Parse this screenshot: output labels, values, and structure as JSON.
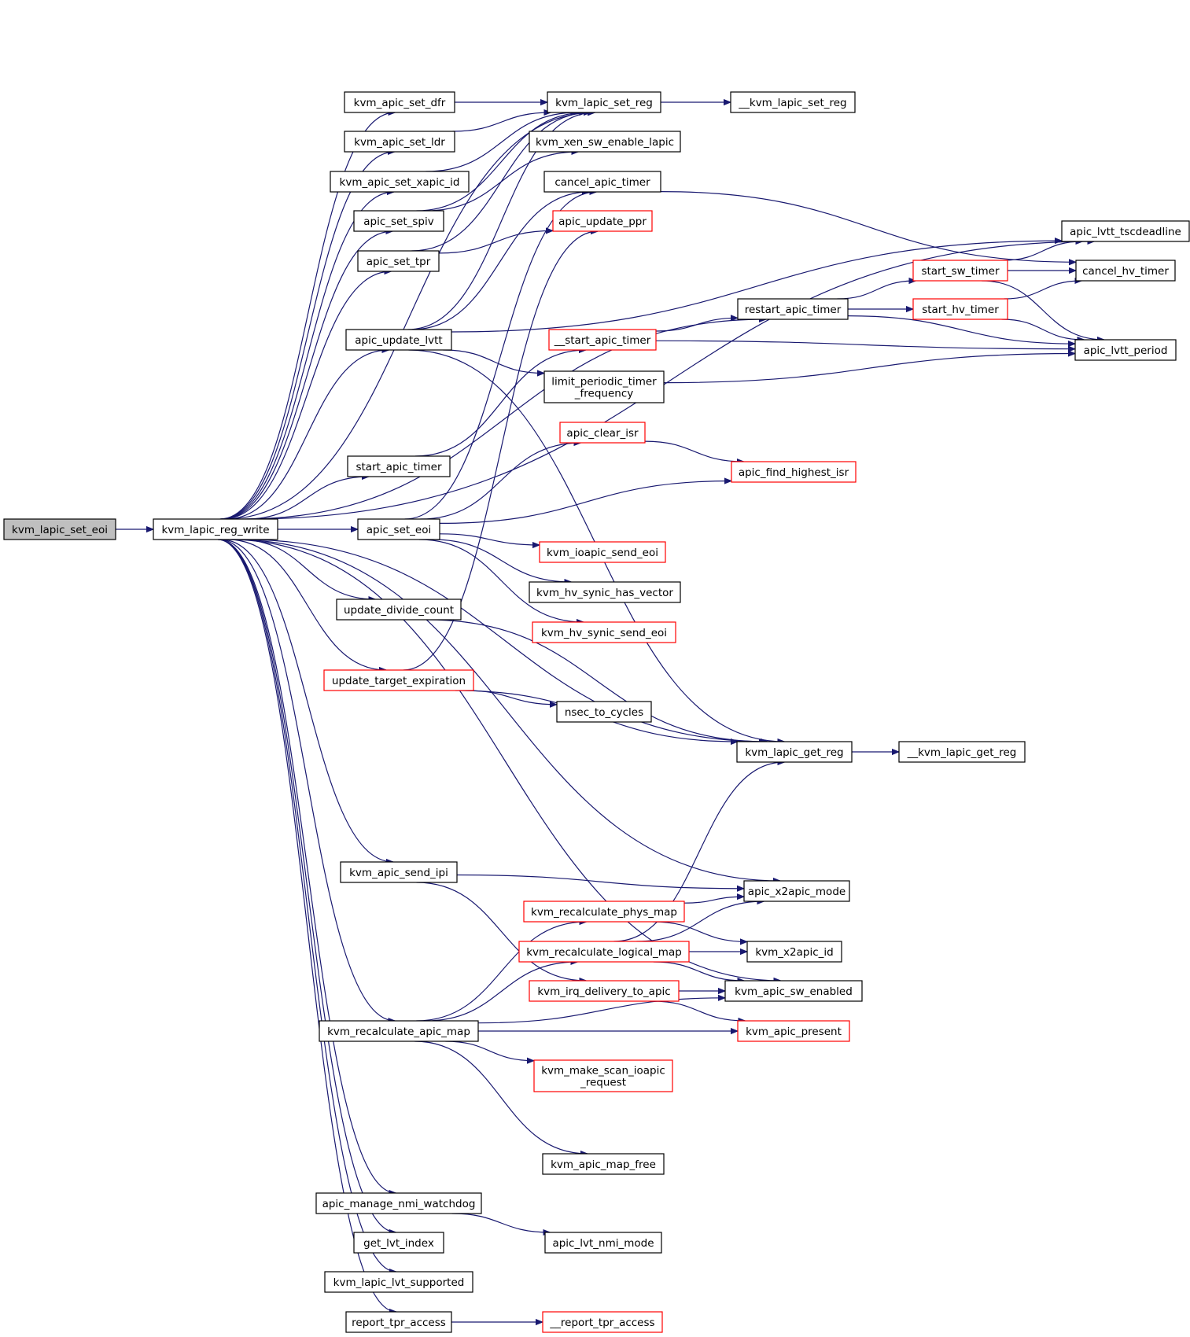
{
  "colors": {
    "edge": "#191970",
    "root_fill": "#bfbfbf",
    "normal_border": "#000000",
    "truncated_border": "#ff0000"
  },
  "nodes": {
    "n_root": {
      "label": "kvm_lapic_set_eoi",
      "style": "root"
    },
    "n_regwrite": {
      "label": "kvm_lapic_reg_write",
      "style": "normal"
    },
    "n_setdfr": {
      "label": "kvm_apic_set_dfr",
      "style": "normal"
    },
    "n_setldr": {
      "label": "kvm_apic_set_ldr",
      "style": "normal"
    },
    "n_setxid": {
      "label": "kvm_apic_set_xapic_id",
      "style": "normal"
    },
    "n_setspiv": {
      "label": "apic_set_spiv",
      "style": "normal"
    },
    "n_settpr": {
      "label": "apic_set_tpr",
      "style": "normal"
    },
    "n_updlvtt": {
      "label": "apic_update_lvtt",
      "style": "normal"
    },
    "n_startt": {
      "label": "start_apic_timer",
      "style": "normal"
    },
    "n_seteoi": {
      "label": "apic_set_eoi",
      "style": "normal"
    },
    "n_upddiv": {
      "label": "update_divide_count",
      "style": "normal"
    },
    "n_updtgt": {
      "label": "update_target_expiration",
      "style": "truncated"
    },
    "n_sendipi": {
      "label": "kvm_apic_send_ipi",
      "style": "normal"
    },
    "n_recalc": {
      "label": "kvm_recalculate_apic_map",
      "style": "normal"
    },
    "n_nmiwd": {
      "label": "apic_manage_nmi_watchdog",
      "style": "normal"
    },
    "n_getlvt": {
      "label": "get_lvt_index",
      "style": "normal"
    },
    "n_lvtsup": {
      "label": "kvm_lapic_lvt_supported",
      "style": "normal"
    },
    "n_reptpr": {
      "label": "report_tpr_access",
      "style": "normal"
    },
    "n_setreg": {
      "label": "kvm_lapic_set_reg",
      "style": "normal"
    },
    "n_xen": {
      "label": "kvm_xen_sw_enable_lapic",
      "style": "normal"
    },
    "n_canceltimer": {
      "label": "cancel_apic_timer",
      "style": "normal"
    },
    "n_updppr": {
      "label": "apic_update_ppr",
      "style": "truncated"
    },
    "n_startat": {
      "label": "__start_apic_timer",
      "style": "truncated"
    },
    "n_limit": {
      "label": "limit_periodic_timer\n_frequency",
      "style": "normal"
    },
    "n_clrisr": {
      "label": "apic_clear_isr",
      "style": "truncated"
    },
    "n_ioapic": {
      "label": "kvm_ioapic_send_eoi",
      "style": "truncated"
    },
    "n_hvhas": {
      "label": "kvm_hv_synic_has_vector",
      "style": "normal"
    },
    "n_hvsend": {
      "label": "kvm_hv_synic_send_eoi",
      "style": "truncated"
    },
    "n_nsec": {
      "label": "nsec_to_cycles",
      "style": "normal"
    },
    "n_physmap": {
      "label": "kvm_recalculate_phys_map",
      "style": "truncated"
    },
    "n_logmap": {
      "label": "kvm_recalculate_logical_map",
      "style": "truncated"
    },
    "n_irqdel": {
      "label": "kvm_irq_delivery_to_apic",
      "style": "truncated"
    },
    "n_scanio": {
      "label": "kvm_make_scan_ioapic\n_request",
      "style": "truncated"
    },
    "n_mapfree": {
      "label": "kvm_apic_map_free",
      "style": "normal"
    },
    "n_nmimode": {
      "label": "apic_lvt_nmi_mode",
      "style": "normal"
    },
    "n_repaccess": {
      "label": "__report_tpr_access",
      "style": "truncated"
    },
    "n_setreg2": {
      "label": "__kvm_lapic_set_reg",
      "style": "normal"
    },
    "n_restart": {
      "label": "restart_apic_timer",
      "style": "normal"
    },
    "n_findisr": {
      "label": "apic_find_highest_isr",
      "style": "truncated"
    },
    "n_getreg": {
      "label": "kvm_lapic_get_reg",
      "style": "normal"
    },
    "n_x2mode": {
      "label": "apic_x2apic_mode",
      "style": "normal"
    },
    "n_x2id": {
      "label": "kvm_x2apic_id",
      "style": "normal"
    },
    "n_swen": {
      "label": "kvm_apic_sw_enabled",
      "style": "normal"
    },
    "n_present": {
      "label": "kvm_apic_present",
      "style": "truncated"
    },
    "n_getreg2": {
      "label": "__kvm_lapic_get_reg",
      "style": "normal"
    },
    "n_startsw": {
      "label": "start_sw_timer",
      "style": "truncated"
    },
    "n_starthv": {
      "label": "start_hv_timer",
      "style": "truncated"
    },
    "n_tscd": {
      "label": "apic_lvtt_tscdeadline",
      "style": "normal"
    },
    "n_cancelhv": {
      "label": "cancel_hv_timer",
      "style": "normal"
    },
    "n_period": {
      "label": "apic_lvtt_period",
      "style": "normal"
    }
  },
  "edges": [
    [
      "n_root",
      "n_regwrite"
    ],
    [
      "n_regwrite",
      "n_setdfr"
    ],
    [
      "n_regwrite",
      "n_setldr"
    ],
    [
      "n_regwrite",
      "n_setxid"
    ],
    [
      "n_regwrite",
      "n_setspiv"
    ],
    [
      "n_regwrite",
      "n_settpr"
    ],
    [
      "n_regwrite",
      "n_updlvtt"
    ],
    [
      "n_regwrite",
      "n_startt"
    ],
    [
      "n_regwrite",
      "n_seteoi"
    ],
    [
      "n_regwrite",
      "n_upddiv"
    ],
    [
      "n_regwrite",
      "n_updtgt"
    ],
    [
      "n_regwrite",
      "n_sendipi"
    ],
    [
      "n_regwrite",
      "n_recalc"
    ],
    [
      "n_regwrite",
      "n_nmiwd"
    ],
    [
      "n_regwrite",
      "n_getlvt"
    ],
    [
      "n_regwrite",
      "n_lvtsup"
    ],
    [
      "n_regwrite",
      "n_reptpr"
    ],
    [
      "n_regwrite",
      "n_setreg"
    ],
    [
      "n_regwrite",
      "n_tscd"
    ],
    [
      "n_regwrite",
      "n_restart"
    ],
    [
      "n_regwrite",
      "n_getreg"
    ],
    [
      "n_regwrite",
      "n_x2mode"
    ],
    [
      "n_regwrite",
      "n_swen"
    ],
    [
      "n_setdfr",
      "n_setreg"
    ],
    [
      "n_setldr",
      "n_setreg"
    ],
    [
      "n_setxid",
      "n_setreg"
    ],
    [
      "n_setspiv",
      "n_setreg"
    ],
    [
      "n_setspiv",
      "n_xen"
    ],
    [
      "n_settpr",
      "n_setreg"
    ],
    [
      "n_settpr",
      "n_updppr"
    ],
    [
      "n_updlvtt",
      "n_setreg"
    ],
    [
      "n_updlvtt",
      "n_canceltimer"
    ],
    [
      "n_updlvtt",
      "n_limit"
    ],
    [
      "n_updlvtt",
      "n_tscd"
    ],
    [
      "n_updlvtt",
      "n_getreg"
    ],
    [
      "n_startt",
      "n_startat"
    ],
    [
      "n_seteoi",
      "n_clrisr"
    ],
    [
      "n_seteoi",
      "n_findisr"
    ],
    [
      "n_seteoi",
      "n_ioapic"
    ],
    [
      "n_seteoi",
      "n_hvhas"
    ],
    [
      "n_seteoi",
      "n_hvsend"
    ],
    [
      "n_seteoi",
      "n_canceltimer"
    ],
    [
      "n_upddiv",
      "n_getreg"
    ],
    [
      "n_updtgt",
      "n_updppr"
    ],
    [
      "n_updtgt",
      "n_nsec"
    ],
    [
      "n_updtgt",
      "n_getreg"
    ],
    [
      "n_sendipi",
      "n_x2mode"
    ],
    [
      "n_sendipi",
      "n_irqdel"
    ],
    [
      "n_recalc",
      "n_physmap"
    ],
    [
      "n_recalc",
      "n_logmap"
    ],
    [
      "n_recalc",
      "n_present"
    ],
    [
      "n_recalc",
      "n_scanio"
    ],
    [
      "n_recalc",
      "n_mapfree"
    ],
    [
      "n_recalc",
      "n_swen"
    ],
    [
      "n_nmiwd",
      "n_nmimode"
    ],
    [
      "n_reptpr",
      "n_repaccess"
    ],
    [
      "n_setreg",
      "n_setreg2"
    ],
    [
      "n_canceltimer",
      "n_cancelhv"
    ],
    [
      "n_startat",
      "n_restart"
    ],
    [
      "n_startat",
      "n_period"
    ],
    [
      "n_limit",
      "n_period"
    ],
    [
      "n_clrisr",
      "n_findisr"
    ],
    [
      "n_physmap",
      "n_x2mode"
    ],
    [
      "n_physmap",
      "n_x2id"
    ],
    [
      "n_logmap",
      "n_x2mode"
    ],
    [
      "n_logmap",
      "n_x2id"
    ],
    [
      "n_logmap",
      "n_swen"
    ],
    [
      "n_logmap",
      "n_getreg"
    ],
    [
      "n_irqdel",
      "n_swen"
    ],
    [
      "n_irqdel",
      "n_present"
    ],
    [
      "n_getreg",
      "n_getreg2"
    ],
    [
      "n_restart",
      "n_startsw"
    ],
    [
      "n_restart",
      "n_starthv"
    ],
    [
      "n_restart",
      "n_period"
    ],
    [
      "n_startsw",
      "n_tscd"
    ],
    [
      "n_startsw",
      "n_cancelhv"
    ],
    [
      "n_startsw",
      "n_period"
    ],
    [
      "n_starthv",
      "n_cancelhv"
    ],
    [
      "n_starthv",
      "n_period"
    ]
  ]
}
